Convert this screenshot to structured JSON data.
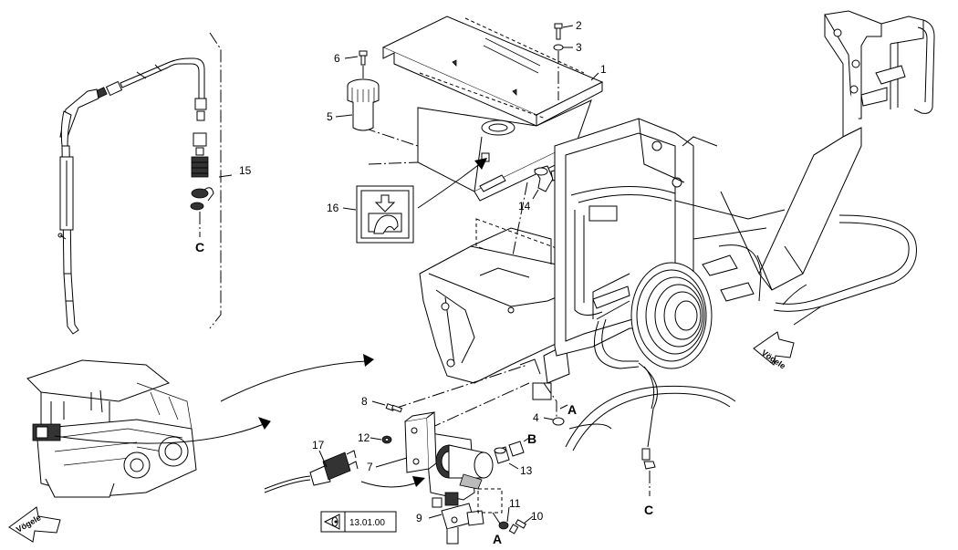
{
  "callouts": {
    "n1": "1",
    "n2": "2",
    "n3": "3",
    "n4": "4",
    "n5": "5",
    "n6": "6",
    "n7": "7",
    "n8": "8",
    "n9": "9",
    "n10": "10",
    "n11": "11",
    "n12": "12",
    "n13": "13",
    "n14": "14",
    "n15": "15",
    "n16": "16",
    "n17": "17"
  },
  "connection_letters": {
    "a_chassis": "A",
    "a_pump": "A",
    "b_tank": "B",
    "b_pump": "B",
    "c_gun": "C",
    "c_reel": "C"
  },
  "reference": {
    "page": "13.01.00"
  },
  "logo": {
    "text": "Vögele"
  },
  "icon_names": [
    "hand-wash-icon",
    "eye-view-icon",
    "vogele-direction-arrow-icon"
  ]
}
